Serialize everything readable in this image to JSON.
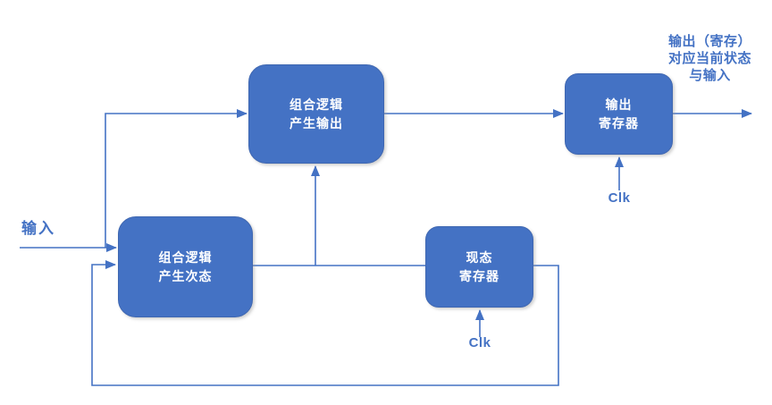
{
  "diagram": {
    "title_hint": "registered-output state machine block diagram",
    "accent_color": "#4472C4",
    "node_text_color": "#ffffff",
    "nodes": {
      "logic_output": {
        "line1": "组合逻辑",
        "line2": "产生输出"
      },
      "output_register": {
        "line1": "输出",
        "line2": "寄存器"
      },
      "logic_next": {
        "line1": "组合逻辑",
        "line2": "产生次态"
      },
      "state_register": {
        "line1": "现态",
        "line2": "寄存器"
      }
    },
    "labels": {
      "input": "输入",
      "clk_output": "Clk",
      "clk_state": "Clk",
      "annotation_line1": "输出（寄存）",
      "annotation_line2": "对应当前状态",
      "annotation_line3": "与输入"
    }
  }
}
